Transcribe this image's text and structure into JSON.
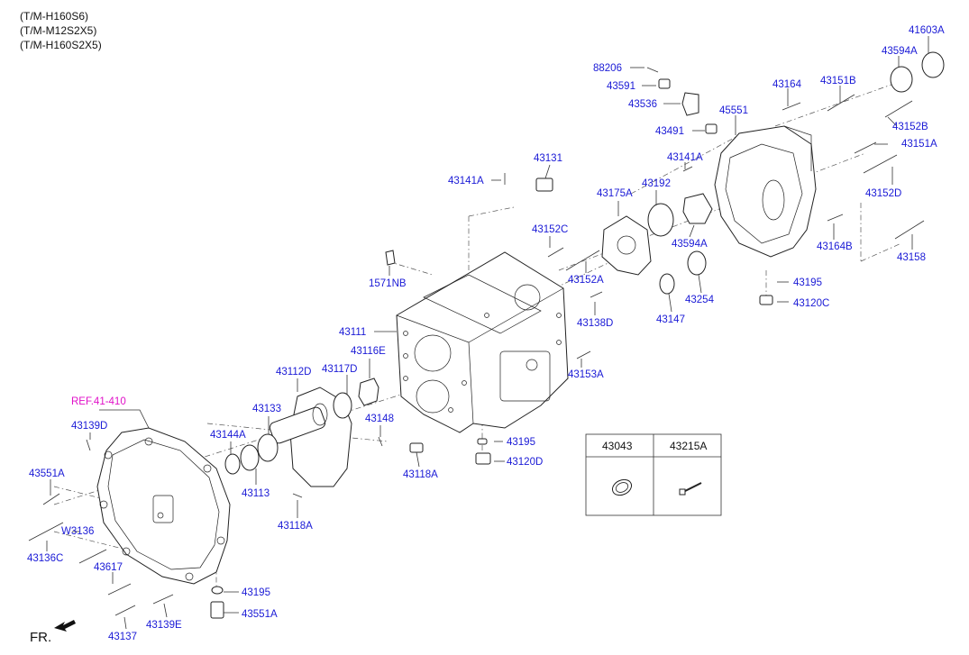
{
  "header": {
    "models": [
      "(T/M-H160S6)",
      "(T/M-M12S2X5)",
      "(T/M-H160S2X5)"
    ]
  },
  "footer": {
    "front_label": "FR."
  },
  "reference": {
    "label": "REF.41-410",
    "color": "#e010c8"
  },
  "callouts": {
    "c88206": "88206",
    "c43591": "43591",
    "c43536": "43536",
    "c43491": "43491",
    "c43164": "43164",
    "c43151B": "43151B",
    "c45551": "45551",
    "c43594A_top": "43594A",
    "c41603A": "41603A",
    "c43152B": "43152B",
    "c43151A": "43151A",
    "c43152D": "43152D",
    "c43164B": "43164B",
    "c43158": "43158",
    "c43141A_right": "43141A",
    "c43141A_left": "43141A",
    "c43131": "43131",
    "c43175A": "43175A",
    "c43192": "43192",
    "c43594A_mid": "43594A",
    "c43152C": "43152C",
    "c43152A": "43152A",
    "c1571NB": "1571NB",
    "c43138D": "43138D",
    "c43147": "43147",
    "c43254": "43254",
    "c43195_right": "43195",
    "c43120C": "43120C",
    "c43111": "43111",
    "c43116E": "43116E",
    "c43112D": "43112D",
    "c43117D": "43117D",
    "c43153A": "43153A",
    "c43133": "43133",
    "c43144A": "43144A",
    "c43148": "43148",
    "c43195_mid": "43195",
    "c43120D": "43120D",
    "c43118A_mid": "43118A",
    "c43113": "43113",
    "c43118A_low": "43118A",
    "c43139D": "43139D",
    "c43551A_left": "43551A",
    "cW3136": "W3136",
    "c43136C": "43136C",
    "c43617": "43617",
    "c43195_bottom": "43195",
    "c43551A_bottom": "43551A",
    "c43137": "43137",
    "c43139E": "43139E"
  },
  "legend_table": {
    "columns": [
      "43043",
      "43215A"
    ]
  },
  "colors": {
    "part_number": "#1a1ad6",
    "reference": "#e010c8",
    "line": "#333333"
  }
}
